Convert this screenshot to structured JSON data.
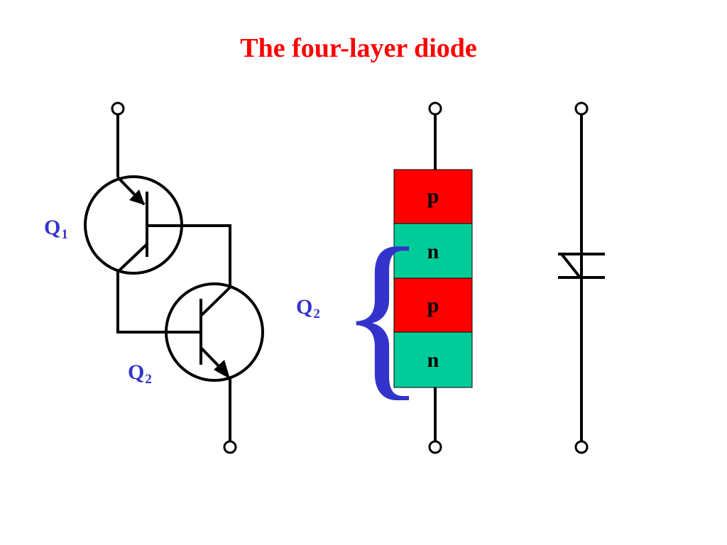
{
  "title": "The four-layer diode",
  "colors": {
    "title": "#ff0000",
    "label": "#3333cc",
    "p_layer": "#ff0000",
    "n_layer": "#00cc99",
    "wire": "#000000"
  },
  "transistor_model": {
    "q1": {
      "letter": "Q",
      "subscript": "1"
    },
    "q2": {
      "letter": "Q",
      "subscript": "2"
    }
  },
  "layer_stack": {
    "group_label": {
      "letter": "Q",
      "subscript": "2"
    },
    "layers": [
      {
        "label": "p",
        "type": "p"
      },
      {
        "label": "n",
        "type": "n"
      },
      {
        "label": "p",
        "type": "p"
      },
      {
        "label": "n",
        "type": "n"
      }
    ]
  },
  "brace_symbol": "{",
  "schematic_symbol": "four-layer-diode-symbol"
}
